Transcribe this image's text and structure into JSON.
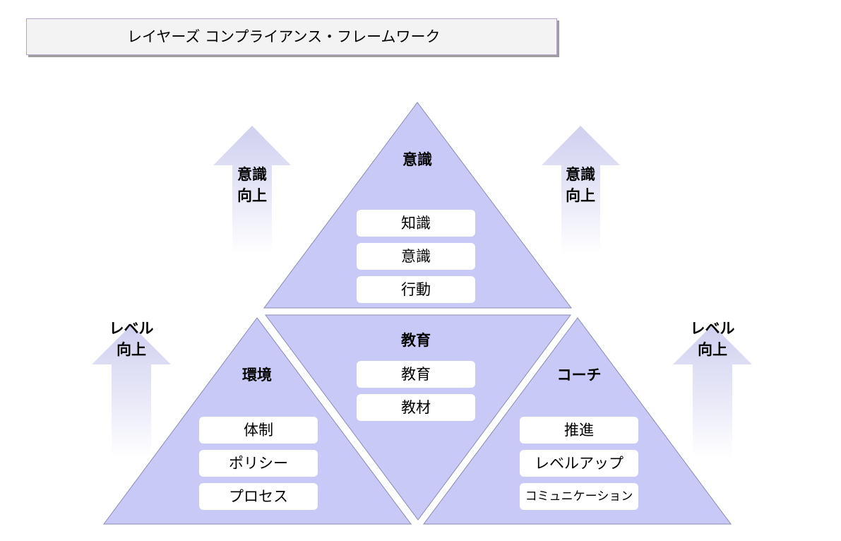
{
  "title": "レイヤーズ コンプライアンス・フレームワーク",
  "colors": {
    "triangle_fill": "#c9c9f7",
    "triangle_stroke": "#8a8ab0",
    "arrow_top": "#d4d4f2",
    "item_bg": "#ffffff"
  },
  "arrows": {
    "top_left": {
      "line1": "意識",
      "line2": "向上"
    },
    "top_right": {
      "line1": "意識",
      "line2": "向上"
    },
    "bottom_left": {
      "line1": "レベル",
      "line2": "向上"
    },
    "bottom_right": {
      "line1": "レベル",
      "line2": "向上"
    }
  },
  "layers": {
    "top": {
      "heading": "意識",
      "items": [
        "知識",
        "意識",
        "行動"
      ]
    },
    "middle": {
      "heading": "教育",
      "items": [
        "教育",
        "教材"
      ]
    },
    "left": {
      "heading": "環境",
      "items": [
        "体制",
        "ポリシー",
        "プロセス"
      ]
    },
    "right": {
      "heading": "コーチ",
      "items": [
        "推進",
        "レベルアップ",
        "コミュニケーション"
      ]
    }
  }
}
